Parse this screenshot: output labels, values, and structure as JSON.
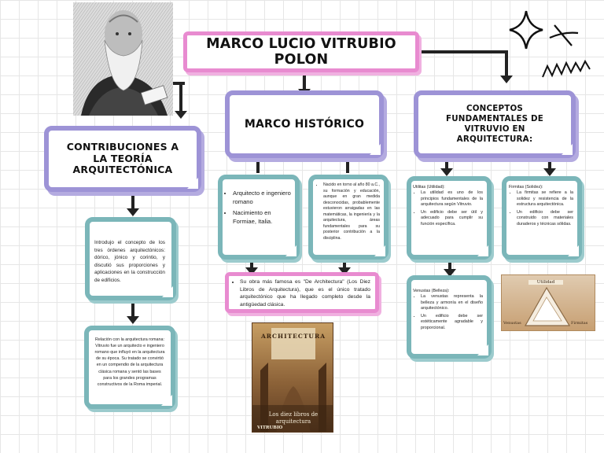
{
  "main_title": "MARCO LUCIO VITRUBIO POLON",
  "left": {
    "title": "CONTRIBUCIONES A LA TEORÍA ARQUITECTÓNICA",
    "box1": "Introdujo el concepto de los tres órdenes arquitectónicos: dórico, jónico y corintio, y discutió sus proporciones y aplicaciones en la construcción de edificios.",
    "box2": "Relación con la arquitectura romana: Vitruvio fue un arquitecto e ingeniero romano que influyó en la arquitectura de su época. Su tratado se convirtió en un compendio de la arquitectura clásica romana y sentó las bases para los grandes programas constructivos de la Roma imperial."
  },
  "middle": {
    "title": "MARCO HISTÓRICO",
    "box1_items": [
      "Arquitecto e ingeniero romano",
      "Nacimiento en Formiae, Italia."
    ],
    "box2": "Nacido en torno al año 80 a.C., su formación y educación, aunque en gran medida desconocidas, probablemente estuvieron arraigadas en las matemáticas, la ingeniería y la arquitectura, áreas fundamentales para su posterior contribución a la disciplina.",
    "box3": "Su obra más famosa es \"De Architectura\" (Los Diez Libros de Arquitectura), que es el único tratado arquitectónico que ha llegado completo desde la antigüedad clásica.",
    "book_top": "ARCHITECTURA",
    "book_bottom1": "Los diez libros de",
    "book_bottom2": "arquitectura",
    "book_author": "VITRUBIO"
  },
  "right": {
    "title": "CONCEPTOS FUNDAMENTALES DE VITRUVIO EN ARQUITECTURA:",
    "utilitas_head": "Utilitas (Utilidad):",
    "utilitas_items": [
      "La utilidad es uno de los principios fundamentales de la arquitectura según Vitruvio.",
      "Un edificio debe ser útil y adecuado para cumplir su función específica."
    ],
    "firmitas_head": "Firmitas (Solidez):",
    "firmitas_items": [
      "La firmitas se refiere a la solidez y resistencia de la estructura arquitectónica.",
      "Un edificio debe ser construido con materiales duraderos y técnicas sólidas."
    ],
    "venustas_head": "Venustas (Belleza):",
    "venustas_items": [
      "La venustas representa la belleza y armonía en el diseño arquitectónico.",
      "Un edificio debe ser estéticamente agradable y proporcional."
    ],
    "triangle": {
      "top": "Utilidad",
      "left": "Venustas",
      "right": "Firmitas"
    }
  },
  "colors": {
    "purple": "#9d93d6",
    "pink": "#e88bd0",
    "teal": "#7bb6b9"
  }
}
